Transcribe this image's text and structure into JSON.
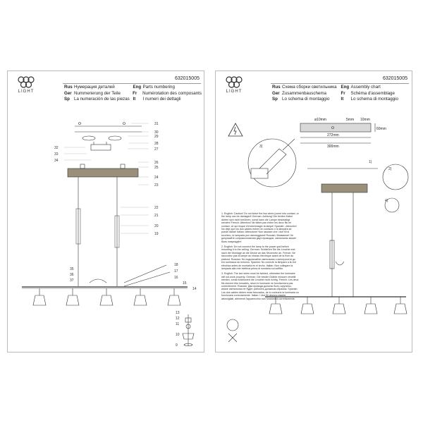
{
  "brand": {
    "logo_text": "LIGHT"
  },
  "product_code": "632015005",
  "left_page": {
    "header": [
      {
        "lang": "Rus",
        "text": "Нумерация деталей"
      },
      {
        "lang": "Eng",
        "text": "Parts numbering"
      },
      {
        "lang": "Ger",
        "text": "Nummerierung der Teile"
      },
      {
        "lang": "Fr",
        "text": "Numérotation des composants"
      },
      {
        "lang": "Sp",
        "text": "La numeración de las piezas"
      },
      {
        "lang": "It",
        "text": "I numeri dei dettagli"
      }
    ],
    "part_numbers": [
      "31",
      "30",
      "29",
      "28",
      "27",
      "32",
      "33",
      "34",
      "26",
      "25",
      "24",
      "23",
      "22",
      "21",
      "20",
      "19",
      "18",
      "17",
      "16",
      "15",
      "14",
      "35",
      "36",
      "37",
      "13",
      "12",
      "11",
      "10",
      "9"
    ]
  },
  "right_page": {
    "header": [
      {
        "lang": "Rus",
        "text": "Схема сборки светильника"
      },
      {
        "lang": "Eng",
        "text": "Assembly chart"
      },
      {
        "lang": "Ger",
        "text": "Zusammenbauschema"
      },
      {
        "lang": "Fr",
        "text": "Schéma d'assemblage"
      },
      {
        "lang": "Sp",
        "text": "Lo schema di montaggio"
      },
      {
        "lang": "It",
        "text": "Lo schema di montaggio"
      }
    ],
    "dimensions": {
      "hole": "ø10mm",
      "gap": "5mm",
      "edge": "10mm",
      "height": "60mm",
      "inner": "272mm",
      "outer": "300mm"
    },
    "steps": [
      "1)",
      "2)",
      "3)",
      "4)"
    ],
    "instructions": [
      "1. English: Caution! Do not leave the two wires (come into contact, or the lamp can be damaged! German: Achtung! Die beiden Kabel dürfen sich nicht berühren, sonst kann die Lampe beschädigt werden! French: Attention! Ne faites pas entrer les deux fils en contact, ce qui risque d'endommager la lampe! Spanish: ¡Atención! No deje que los dos cables entren en contacto o la lámpara se puede dañar! Italian: Attenzione! Non lasciare che i due fili si tocchino, la lampada può danneggiarsi! Russian: Внимание! Не допускайте соприкосновения двух проводов, светильник может быть повреждён!",
      "2. English: Do not connect the lamp to the power grid before mounting it to the ceiling. German: Schließen Sie die Leuchte erst nach der Montage an die Decke an das Stromnetz an. French: Ne raccordez pas la lampe au réseau électrique avant de la fixer au plafond. Russian: Не подключайте светильник к электросети до его монтажа на потолок. Spanish: No conecte la lámpara a la red eléctrica antes de montarla en el techo. Italian: Non collegare la lampada alla rete elettrica prima di montarla sul soffitto.",
      "3. English: The two wires must be twisted, otherwise the luminaire will not work properly. German: Die beiden Drähte müssen verdrillt werden, sonst funktioniert die Leuchte nicht richtig. French: Les deux fils doivent être torsadés, sinon le luminaire ne fonctionnera pas correctement. Russian: Два провода должны быть скручены, иначе светильник не будет работать должным образом. Spanish: Los dos cables deben estar trenzados, de lo contrario la luminaria no funcionará correctamente. Italian: I due fili devono essere attorcigliati, altrimenti l'apparecchio non funzionerà correttamente."
    ]
  }
}
